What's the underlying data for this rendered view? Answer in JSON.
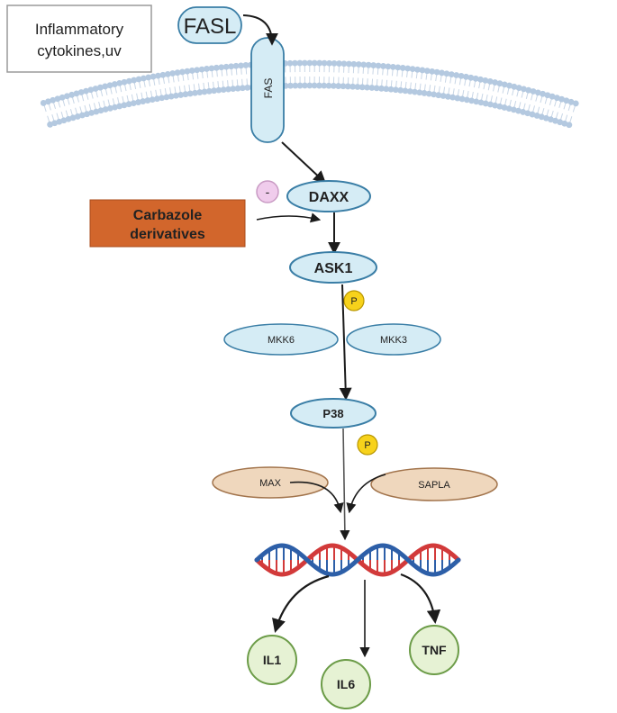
{
  "stimulus_box": {
    "line1": "Inflammatory",
    "line2": "cytokines,uv"
  },
  "ligand": {
    "label": "FASL"
  },
  "receptor": {
    "label": "FAS"
  },
  "inhibitor": {
    "line1": "Carbazole",
    "line2": "derivatives",
    "sign": "-",
    "fill_color": "#d2662c"
  },
  "nodes": {
    "daxx": "DAXX",
    "ask1": "ASK1",
    "mkk6": "MKK6",
    "mkk3": "MKK3",
    "p38": "P38",
    "max": "MAX",
    "sapla": "SAPLA"
  },
  "phosphate_label": "P",
  "outputs": {
    "il1": "IL1",
    "il6": "IL6",
    "tnf": "TNF"
  },
  "colors": {
    "node_fill": "#d5ecf5",
    "node_stroke": "#3a7ea6",
    "tf_fill": "#efd7bd",
    "tf_stroke": "#a2744c",
    "phosphate_fill": "#f7d21b",
    "output_fill": "#e6f2d4",
    "output_stroke": "#6c9c48",
    "membrane": "#b4c9e0",
    "dna_red": "#d23a3a",
    "dna_blue": "#2d5fa8"
  }
}
